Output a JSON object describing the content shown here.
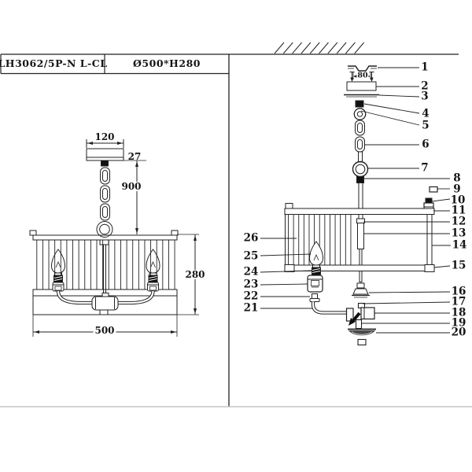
{
  "title_block": {
    "model": "LH3062/5P-N L-CL",
    "size": "Ø500*H280"
  },
  "dimensions": {
    "canopy_width": "120",
    "canopy_height": "27",
    "suspension_height": "900",
    "body_height": "280",
    "diameter": "500",
    "mount_hole_spacing": "80"
  },
  "parts": [
    "1",
    "2",
    "3",
    "4",
    "5",
    "6",
    "7",
    "8",
    "9",
    "10",
    "11",
    "12",
    "13",
    "14",
    "15",
    "16",
    "17",
    "18",
    "19",
    "20",
    "21",
    "22",
    "23",
    "24",
    "25",
    "26"
  ]
}
